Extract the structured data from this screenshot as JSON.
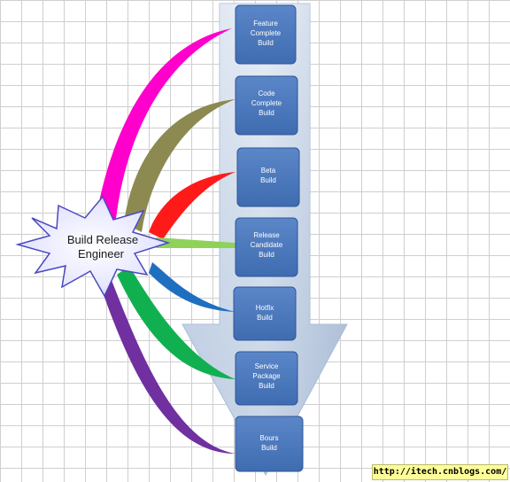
{
  "center_node": {
    "label_lines": [
      "Build Release",
      "Engineer"
    ]
  },
  "build_stages": [
    {
      "lines": [
        "Feature",
        "Complete",
        "Build"
      ],
      "color": "#ff00cc"
    },
    {
      "lines": [
        "Code",
        "Complete",
        "Build"
      ],
      "color": "#8c8a50"
    },
    {
      "lines": [
        "Beta",
        "Build"
      ],
      "color": "#ff1a1a"
    },
    {
      "lines": [
        "Release",
        "Candidate",
        "Build"
      ],
      "color": "#8fd25a"
    },
    {
      "lines": [
        "Hotfix",
        "Build"
      ],
      "color": "#1f6fc0"
    },
    {
      "lines": [
        "Service",
        "Package",
        "Build"
      ],
      "color": "#10b050"
    },
    {
      "lines": [
        "Bours",
        "Build"
      ],
      "color": "#7030a0"
    }
  ],
  "watermark": "http://itech.cnblogs.com/"
}
